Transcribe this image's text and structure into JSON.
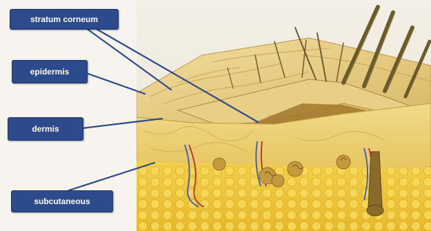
{
  "labels": {
    "stratum_corneum": "stratum corneum",
    "epidermis": "epidermis",
    "dermis": "dermis",
    "subcutaneous": "subcutaneous"
  },
  "colors": {
    "label_fill": "#2c4a8c",
    "label_text": "#ffffff",
    "leader_line": "#2c4a8c",
    "skin_surface": "#e8d08a",
    "dermis": "#eccf6a",
    "fat": "#f0c93a",
    "hair": "#6b5a2a"
  },
  "illustration": {
    "subject": "skin cross-section",
    "icon": "skin-section-illustration"
  }
}
